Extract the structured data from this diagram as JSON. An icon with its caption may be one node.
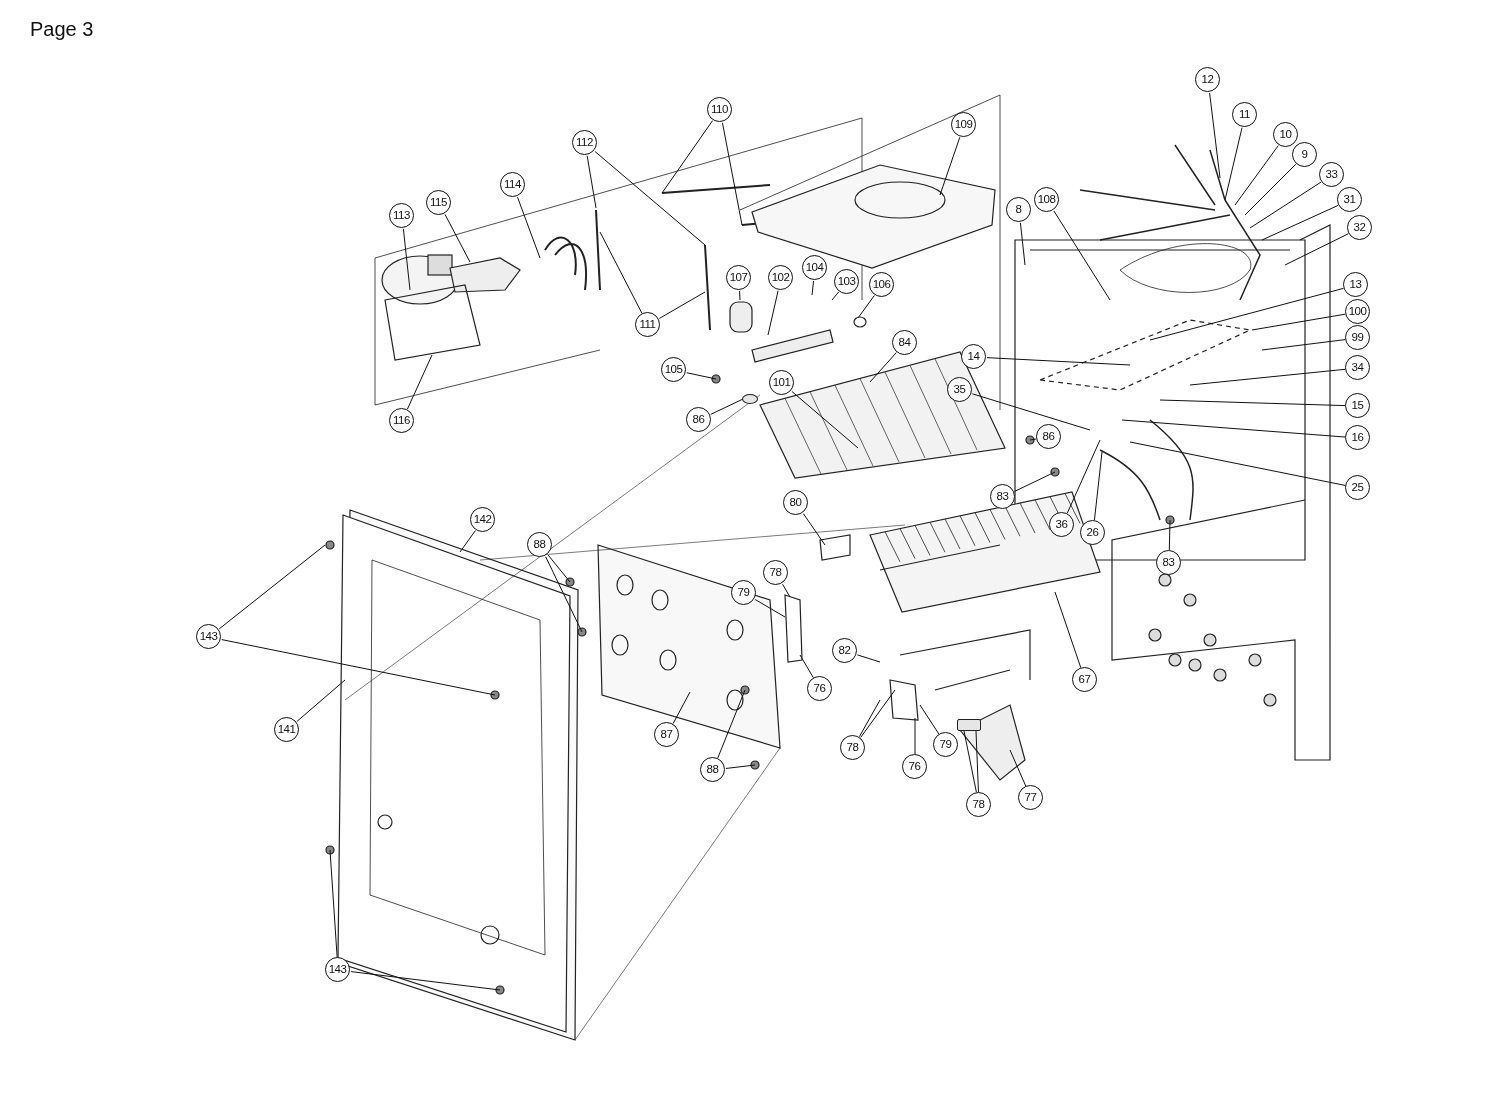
{
  "diagram": {
    "title": "Page 3",
    "nodes": [
      {
        "text": [
          "113"
        ]
      },
      {
        "text": [
          "115"
        ]
      },
      {
        "text": [
          "114"
        ]
      },
      {
        "text": [
          "116"
        ]
      },
      {
        "text": [
          "112"
        ]
      },
      {
        "text": [
          "110"
        ]
      },
      {
        "text": [
          "111"
        ]
      },
      {
        "text": [
          "109"
        ]
      },
      {
        "text": [
          "107"
        ]
      },
      {
        "text": [
          "102"
        ]
      },
      {
        "text": [
          "104"
        ]
      },
      {
        "text": [
          "103"
        ]
      },
      {
        "text": [
          "106"
        ]
      },
      {
        "text": [
          "105"
        ]
      },
      {
        "text": [
          "101"
        ]
      },
      {
        "text": [
          "86"
        ]
      },
      {
        "text": [
          "84"
        ]
      },
      {
        "text": [
          "108"
        ]
      },
      {
        "text": [
          "8"
        ]
      },
      {
        "text": [
          "12"
        ]
      },
      {
        "text": [
          "11"
        ]
      },
      {
        "text": [
          "10"
        ]
      },
      {
        "text": [
          "9"
        ]
      },
      {
        "text": [
          "33"
        ]
      },
      {
        "text": [
          "31"
        ]
      },
      {
        "text": [
          "32"
        ]
      },
      {
        "text": [
          "13"
        ]
      },
      {
        "text": [
          "100"
        ]
      },
      {
        "text": [
          "99"
        ]
      },
      {
        "text": [
          "34"
        ]
      },
      {
        "text": [
          "15"
        ]
      },
      {
        "text": [
          "16"
        ]
      },
      {
        "text": [
          "25"
        ]
      },
      {
        "text": [
          "14"
        ]
      },
      {
        "text": [
          "35"
        ]
      },
      {
        "text": [
          "86"
        ]
      },
      {
        "text": [
          "83"
        ]
      },
      {
        "text": [
          "36"
        ]
      },
      {
        "text": [
          "26"
        ]
      },
      {
        "text": [
          "83"
        ]
      },
      {
        "text": [
          "80"
        ]
      },
      {
        "text": [
          "78"
        ]
      },
      {
        "text": [
          "79"
        ]
      },
      {
        "text": [
          "76"
        ]
      },
      {
        "text": [
          "67"
        ]
      },
      {
        "text": [
          "82"
        ]
      },
      {
        "text": [
          "78"
        ]
      },
      {
        "text": [
          "79"
        ]
      },
      {
        "text": [
          "76"
        ]
      },
      {
        "text": [
          "78"
        ]
      },
      {
        "text": [
          "77"
        ]
      },
      {
        "text": [
          "88"
        ]
      },
      {
        "text": [
          "88"
        ]
      },
      {
        "text": [
          "87"
        ]
      },
      {
        "text": [
          "142"
        ]
      },
      {
        "text": [
          "143"
        ]
      },
      {
        "text": [
          "141"
        ]
      },
      {
        "text": [
          "143"
        ]
      },
      {
        "text": [],
        "shape": "box"
      },
      {
        "text": [],
        "shape": "circle"
      }
    ],
    "edges": [
      {
        "from": 0,
        "to": null,
        "arrow": "none"
      },
      {
        "from": 1,
        "to": null,
        "arrow": "none"
      },
      {
        "from": 2,
        "to": null,
        "arrow": "none"
      },
      {
        "from": 3,
        "to": null,
        "arrow": "none"
      },
      {
        "from": 4,
        "to": null,
        "arrow": "none"
      },
      {
        "from": 4,
        "to": null,
        "arrow": "none"
      },
      {
        "from": 5,
        "to": null,
        "arrow": "none"
      },
      {
        "from": 5,
        "to": null,
        "arrow": "none"
      },
      {
        "from": 6,
        "to": null,
        "arrow": "none"
      },
      {
        "from": 6,
        "to": null,
        "arrow": "none"
      },
      {
        "from": 7,
        "to": null,
        "arrow": "none"
      },
      {
        "from": 8,
        "to": null,
        "arrow": "none"
      },
      {
        "from": 9,
        "to": null,
        "arrow": "none"
      },
      {
        "from": 10,
        "to": null,
        "arrow": "none"
      },
      {
        "from": 11,
        "to": null,
        "arrow": "none"
      },
      {
        "from": 12,
        "to": null,
        "arrow": "none"
      },
      {
        "from": 13,
        "to": null,
        "arrow": "none"
      },
      {
        "from": 14,
        "to": null,
        "arrow": "none"
      },
      {
        "from": 15,
        "to": 59,
        "arrow": "none"
      },
      {
        "from": 16,
        "to": null,
        "arrow": "none"
      },
      {
        "from": 17,
        "to": null,
        "arrow": "none"
      },
      {
        "from": 18,
        "to": null,
        "arrow": "none"
      },
      {
        "from": 19,
        "to": null,
        "arrow": "none"
      },
      {
        "from": 20,
        "to": null,
        "arrow": "none"
      },
      {
        "from": 21,
        "to": null,
        "arrow": "none"
      },
      {
        "from": 22,
        "to": null,
        "arrow": "none"
      },
      {
        "from": 23,
        "to": null,
        "arrow": "none"
      },
      {
        "from": 24,
        "to": null,
        "arrow": "none"
      },
      {
        "from": 25,
        "to": null,
        "arrow": "none"
      },
      {
        "from": 26,
        "to": null,
        "arrow": "none"
      },
      {
        "from": 27,
        "to": null,
        "arrow": "none"
      },
      {
        "from": 28,
        "to": null,
        "arrow": "none"
      },
      {
        "from": 29,
        "to": null,
        "arrow": "none"
      },
      {
        "from": 30,
        "to": null,
        "arrow": "none"
      },
      {
        "from": 31,
        "to": null,
        "arrow": "none"
      },
      {
        "from": 32,
        "to": null,
        "arrow": "none"
      },
      {
        "from": 33,
        "to": null,
        "arrow": "none"
      },
      {
        "from": 34,
        "to": null,
        "arrow": "none"
      },
      {
        "from": 35,
        "to": null,
        "arrow": "none"
      },
      {
        "from": 36,
        "to": null,
        "arrow": "none"
      },
      {
        "from": 37,
        "to": null,
        "arrow": "none"
      },
      {
        "from": 38,
        "to": null,
        "arrow": "none"
      },
      {
        "from": 39,
        "to": null,
        "arrow": "none"
      },
      {
        "from": 40,
        "to": null,
        "arrow": "none"
      },
      {
        "from": 41,
        "to": null,
        "arrow": "none"
      },
      {
        "from": 42,
        "to": null,
        "arrow": "none"
      },
      {
        "from": 43,
        "to": null,
        "arrow": "none"
      },
      {
        "from": 44,
        "to": null,
        "arrow": "none"
      },
      {
        "from": 45,
        "to": null,
        "arrow": "none"
      },
      {
        "from": 46,
        "to": null,
        "arrow": "none"
      },
      {
        "from": 46,
        "to": null,
        "arrow": "none"
      },
      {
        "from": 47,
        "to": null,
        "arrow": "none"
      },
      {
        "from": 48,
        "to": null,
        "arrow": "none"
      },
      {
        "from": 49,
        "to": 58,
        "arrow": "none"
      },
      {
        "from": 49,
        "to": 58,
        "arrow": "none"
      },
      {
        "from": 50,
        "to": null,
        "arrow": "none"
      },
      {
        "from": 51,
        "to": null,
        "arrow": "none"
      },
      {
        "from": 51,
        "to": null,
        "arrow": "none"
      },
      {
        "from": 52,
        "to": null,
        "arrow": "none"
      },
      {
        "from": 52,
        "to": null,
        "arrow": "none"
      },
      {
        "from": 53,
        "to": null,
        "arrow": "none"
      },
      {
        "from": 54,
        "to": null,
        "arrow": "none"
      },
      {
        "from": 55,
        "to": null,
        "arrow": "none"
      },
      {
        "from": 55,
        "to": null,
        "arrow": "none"
      },
      {
        "from": 56,
        "to": null,
        "arrow": "none"
      },
      {
        "from": 57,
        "to": null,
        "arrow": "none"
      },
      {
        "from": 57,
        "to": null,
        "arrow": "none"
      }
    ]
  }
}
